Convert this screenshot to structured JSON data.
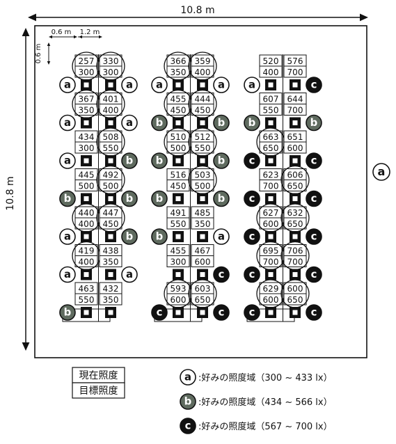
{
  "dimensions": {
    "width_label": "10.8 m",
    "height_label": "10.8 m",
    "desk_width_label": "0.6 m",
    "pitch_label": "1.2 m",
    "desk_depth_label": "0.6 m"
  },
  "room_marker": "a",
  "legend_boxes": [
    "現在照度",
    "目標照度"
  ],
  "legend_items": [
    {
      "letter": "a",
      "text": ":好みの照度域（300 ~ 433 lx）"
    },
    {
      "letter": "b",
      "text": ":好みの照度域（434 ~ 566 lx）"
    },
    {
      "letter": "c",
      "text": ":好みの照度域（567 ~ 700 lx）"
    }
  ],
  "colors": {
    "a": "#ffffff",
    "b": "#5f6b5f",
    "c": "#111111"
  },
  "columns": [
    {
      "name": "island-1-left",
      "cells": [
        {
          "current": "257",
          "target": "300",
          "circled": true,
          "user": "a"
        },
        {
          "current": "367",
          "target": "350",
          "circled": true,
          "user": "a"
        },
        {
          "current": "434",
          "target": "300",
          "circled": false,
          "user": "a"
        },
        {
          "current": "445",
          "target": "500",
          "circled": false,
          "user": "b"
        },
        {
          "current": "440",
          "target": "400",
          "circled": true,
          "user": "a"
        },
        {
          "current": "419",
          "target": "400",
          "circled": true,
          "user": "a"
        },
        {
          "current": "463",
          "target": "550",
          "circled": false,
          "user": "b"
        }
      ]
    },
    {
      "name": "island-1-right",
      "cells": [
        {
          "current": "330",
          "target": "300",
          "circled": true,
          "user": "a"
        },
        {
          "current": "401",
          "target": "400",
          "circled": true,
          "user": "a"
        },
        {
          "current": "508",
          "target": "550",
          "circled": true,
          "user": "b"
        },
        {
          "current": "492",
          "target": "500",
          "circled": true,
          "user": "b"
        },
        {
          "current": "447",
          "target": "450",
          "circled": true,
          "user": "b"
        },
        {
          "current": "438",
          "target": "350",
          "circled": false,
          "user": "a"
        },
        {
          "current": "432",
          "target": "350",
          "circled": false,
          "user": null
        }
      ]
    },
    {
      "name": "island-2-left",
      "cells": [
        {
          "current": "366",
          "target": "350",
          "circled": true,
          "user": "a"
        },
        {
          "current": "455",
          "target": "450",
          "circled": true,
          "user": "b"
        },
        {
          "current": "510",
          "target": "500",
          "circled": true,
          "user": "b"
        },
        {
          "current": "516",
          "target": "450",
          "circled": false,
          "user": "b"
        },
        {
          "current": "491",
          "target": "550",
          "circled": false,
          "user": "b"
        },
        {
          "current": "455",
          "target": "300",
          "circled": false,
          "user": null
        },
        {
          "current": "593",
          "target": "600",
          "circled": true,
          "user": "c"
        }
      ]
    },
    {
      "name": "island-2-right",
      "cells": [
        {
          "current": "359",
          "target": "400",
          "circled": true,
          "user": "a"
        },
        {
          "current": "444",
          "target": "450",
          "circled": true,
          "user": "b"
        },
        {
          "current": "512",
          "target": "550",
          "circled": true,
          "user": "b"
        },
        {
          "current": "503",
          "target": "500",
          "circled": true,
          "user": "b"
        },
        {
          "current": "485",
          "target": "350",
          "circled": false,
          "user": "a"
        },
        {
          "current": "467",
          "target": "600",
          "circled": false,
          "user": "c"
        },
        {
          "current": "603",
          "target": "650",
          "circled": true,
          "user": "c"
        }
      ]
    },
    {
      "name": "island-3-left",
      "cells": [
        {
          "current": "520",
          "target": "400",
          "circled": false,
          "user": "a"
        },
        {
          "current": "607",
          "target": "550",
          "circled": false,
          "user": "b"
        },
        {
          "current": "663",
          "target": "650",
          "circled": true,
          "user": "c"
        },
        {
          "current": "623",
          "target": "700",
          "circled": false,
          "user": "c"
        },
        {
          "current": "627",
          "target": "600",
          "circled": true,
          "user": "c"
        },
        {
          "current": "695",
          "target": "700",
          "circled": true,
          "user": "c"
        },
        {
          "current": "629",
          "target": "600",
          "circled": true,
          "user": "c"
        }
      ]
    },
    {
      "name": "island-3-right",
      "cells": [
        {
          "current": "576",
          "target": "700",
          "circled": false,
          "user": "c"
        },
        {
          "current": "644",
          "target": "700",
          "circled": false,
          "user": "b"
        },
        {
          "current": "651",
          "target": "600",
          "circled": false,
          "user": "c"
        },
        {
          "current": "606",
          "target": "650",
          "circled": true,
          "user": "c"
        },
        {
          "current": "632",
          "target": "650",
          "circled": true,
          "user": "c"
        },
        {
          "current": "706",
          "target": "700",
          "circled": true,
          "user": "c"
        },
        {
          "current": "600",
          "target": "650",
          "circled": true,
          "user": "c"
        }
      ]
    }
  ]
}
